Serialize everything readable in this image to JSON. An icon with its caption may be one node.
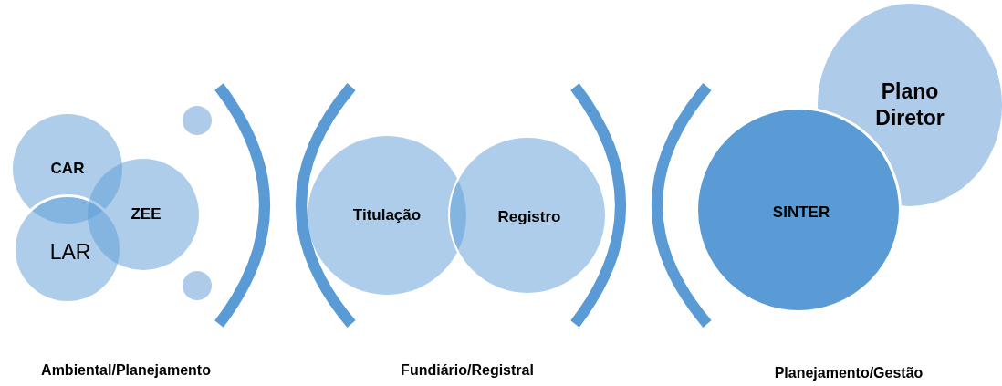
{
  "diagram": {
    "nodes": [
      {
        "text": [
          "CAR"
        ]
      },
      {
        "text": [
          "LAR"
        ]
      },
      {
        "text": [
          "ZEE"
        ]
      },
      {
        "text": [],
        "shape": "circle"
      },
      {
        "text": [],
        "shape": "circle"
      },
      {
        "text": [
          "Titulação"
        ]
      },
      {
        "text": [
          "Registro"
        ]
      },
      {
        "text": [
          "SINTER"
        ]
      },
      {
        "text": [
          "Plano Diretor"
        ]
      }
    ],
    "edges": [],
    "labels": [
      "Ambiental/Planejamento",
      "Fundiário/Registral",
      "Planejamento/Gestão"
    ]
  }
}
